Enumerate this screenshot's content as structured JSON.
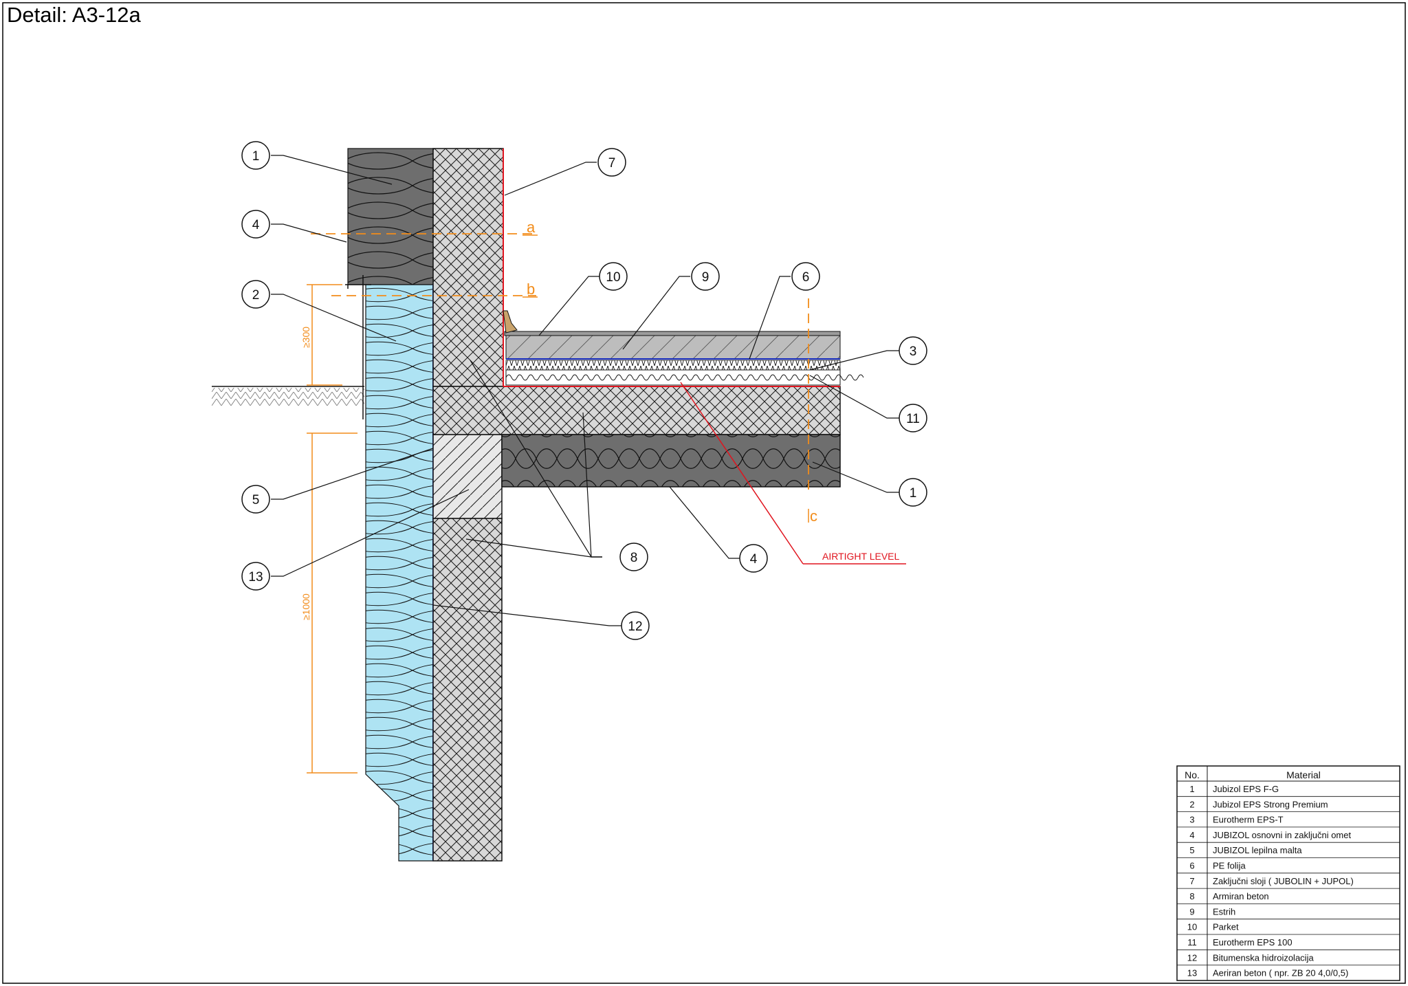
{
  "detail_title": "Detail: A3-12a",
  "section_labels": {
    "a": "a",
    "b": "b",
    "c": "c"
  },
  "dimensions": {
    "upper": "≥300",
    "lower": "≥1000"
  },
  "airtight_label": "AIRTIGHT LEVEL",
  "colors": {
    "insulation_dark": "#6e6e6e",
    "insulation_light": "#aee3f3",
    "concrete_hatch": "#d8d8d8",
    "screed": "#bdbdbd",
    "dimension_orange": "#f28c1a",
    "airtight_red": "#e0141e",
    "membrane_blue": "#1a2fbf"
  },
  "callouts": {
    "c1_top": "1",
    "c4_top": "4",
    "c2": "2",
    "c5": "5",
    "c13": "13",
    "c7": "7",
    "c10": "10",
    "c9": "9",
    "c6": "6",
    "c3": "3",
    "c11": "11",
    "c1_right": "1",
    "c8": "8",
    "c4_bottom": "4",
    "c12": "12"
  },
  "legend": {
    "header_no": "No.",
    "header_material": "Material",
    "rows": [
      {
        "no": "1",
        "material": "Jubizol EPS F-G"
      },
      {
        "no": "2",
        "material": "Jubizol EPS Strong Premium"
      },
      {
        "no": "3",
        "material": "Eurotherm EPS-T"
      },
      {
        "no": "4",
        "material": "JUBIZOL osnovni in zaključni omet"
      },
      {
        "no": "5",
        "material": "JUBIZOL lepilna malta"
      },
      {
        "no": "6",
        "material": "PE folija"
      },
      {
        "no": "7",
        "material": "Zaključni sloji  ( JUBOLIN + JUPOL)"
      },
      {
        "no": "8",
        "material": "Armiran beton"
      },
      {
        "no": "9",
        "material": "Estrih"
      },
      {
        "no": "10",
        "material": "Parket"
      },
      {
        "no": "11",
        "material": "Eurotherm EPS 100"
      },
      {
        "no": "12",
        "material": "Bitumenska hidroizolacija"
      },
      {
        "no": "13",
        "material": "Aeriran beton  ( npr. ZB 20 4,0/0,5)"
      }
    ]
  }
}
